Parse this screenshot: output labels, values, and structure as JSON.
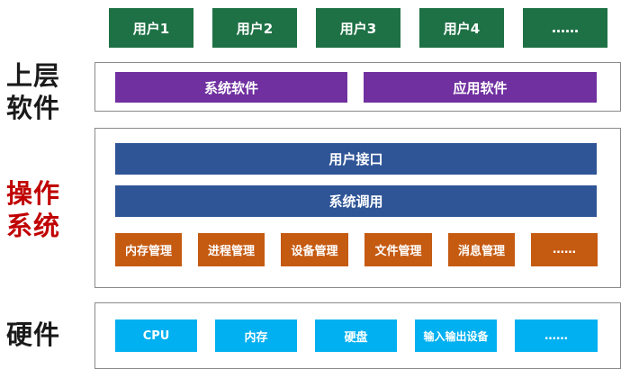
{
  "colors": {
    "users": "#1e7145",
    "software": "#7030a0",
    "os_bar": "#2f5597",
    "modules": "#c55a11",
    "hardware": "#00b0f0",
    "label_dark": "#1a1a1a",
    "label_os": "#c00000"
  },
  "users": [
    "用户1",
    "用户2",
    "用户3",
    "用户4",
    "……"
  ],
  "labels": {
    "upper": "上层\n软件",
    "os": "操作\n系统",
    "hardware": "硬件"
  },
  "upper_software": [
    "系统软件",
    "应用软件"
  ],
  "os": {
    "interface": "用户接口",
    "syscall": "系统调用",
    "modules": [
      "内存管理",
      "进程管理",
      "设备管理",
      "文件管理",
      "消息管理",
      "……"
    ]
  },
  "hardware": [
    "CPU",
    "内存",
    "硬盘",
    "输入输出设备",
    "……"
  ]
}
